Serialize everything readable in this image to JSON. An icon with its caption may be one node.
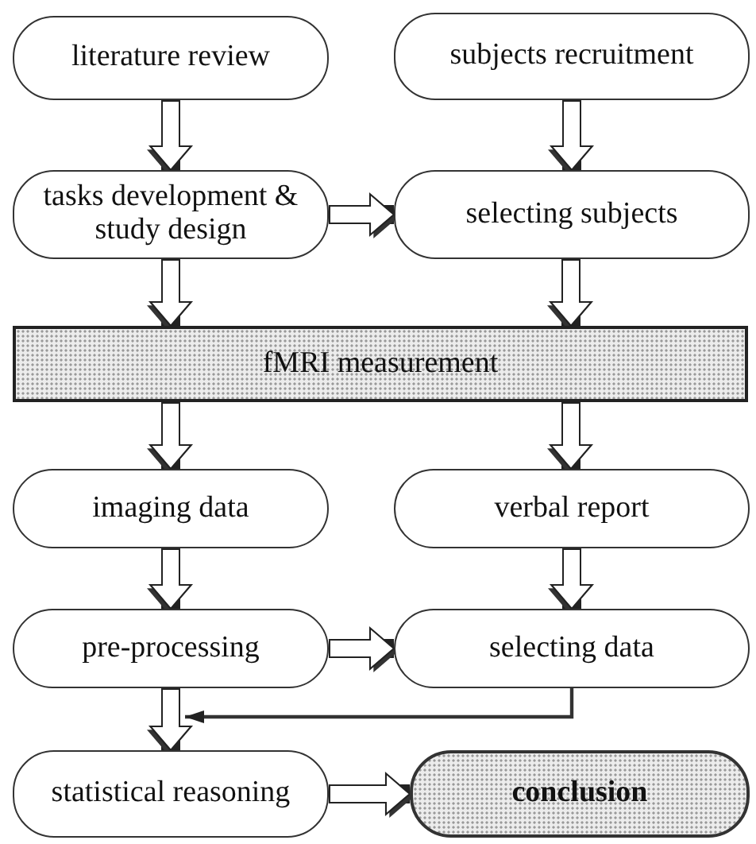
{
  "diagram": {
    "nodes": [
      {
        "text": [
          "literature review"
        ]
      },
      {
        "text": [
          "subjects recruitment"
        ]
      },
      {
        "text": [
          "tasks development & study design"
        ]
      },
      {
        "text": [
          "selecting subjects"
        ]
      },
      {
        "text": [
          "fMRI measurement"
        ]
      },
      {
        "text": [
          "imaging data"
        ]
      },
      {
        "text": [
          "verbal report"
        ]
      },
      {
        "text": [
          "pre-processing"
        ]
      },
      {
        "text": [
          "selecting data"
        ]
      },
      {
        "text": [
          "statistical reasoning"
        ]
      },
      {
        "text": [
          "conclusion"
        ]
      }
    ],
    "edges": [
      {
        "from": 0,
        "to": 2,
        "arrow": "to"
      },
      {
        "from": 1,
        "to": 3,
        "arrow": "to"
      },
      {
        "from": 2,
        "to": 3,
        "arrow": "to"
      },
      {
        "from": 2,
        "to": 4,
        "arrow": "to"
      },
      {
        "from": 3,
        "to": 4,
        "arrow": "to"
      },
      {
        "from": 4,
        "to": 5,
        "arrow": "to"
      },
      {
        "from": 4,
        "to": 6,
        "arrow": "to"
      },
      {
        "from": 5,
        "to": 7,
        "arrow": "to"
      },
      {
        "from": 6,
        "to": 8,
        "arrow": "to"
      },
      {
        "from": 7,
        "to": 8,
        "arrow": "to"
      },
      {
        "from": 7,
        "to": 9,
        "arrow": "to"
      },
      {
        "from": 8,
        "to": 9,
        "arrow": "to"
      },
      {
        "from": 9,
        "to": 10,
        "arrow": "to"
      }
    ]
  }
}
